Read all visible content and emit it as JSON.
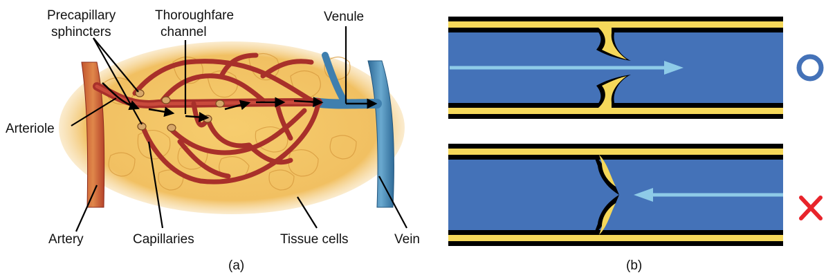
{
  "panel_a": {
    "caption": "(a)",
    "labels": {
      "precapillary_1": "Precapillary",
      "precapillary_2": "sphincters",
      "thoroughfare_1": "Thoroughfare",
      "thoroughfare_2": "channel",
      "venule": "Venule",
      "arteriole": "Arteriole",
      "artery": "Artery",
      "capillaries": "Capillaries",
      "tissue_cells": "Tissue cells",
      "vein": "Vein"
    }
  },
  "panel_b": {
    "caption": "(b)",
    "top_state": "open",
    "bottom_state": "closed",
    "colors": {
      "vessel_fill": "#4472b8",
      "wall_yellow": "#f5d85a",
      "flow_arrow": "#8ecbe8",
      "open_symbol": "#4472b8",
      "closed_symbol": "#e8242b"
    }
  },
  "colors": {
    "artery_red": "#b0352b",
    "vein_blue": "#3f7fae",
    "tissue": "#f2c465"
  }
}
